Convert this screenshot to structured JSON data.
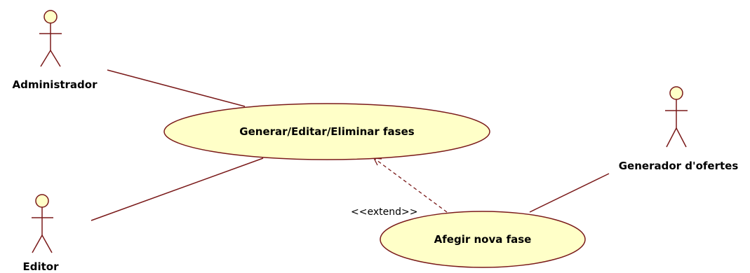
{
  "actors": {
    "administrador": "Administrador",
    "editor": "Editor",
    "generador": "Generador d'ofertes"
  },
  "use_cases": {
    "generar": "Generar/Editar/Eliminar fases",
    "afegir": "Afegir nova fase"
  },
  "relations": {
    "extend_label": "<<extend>>"
  },
  "colors": {
    "line": "#7a1a1a",
    "fill": "#ffffc8"
  }
}
